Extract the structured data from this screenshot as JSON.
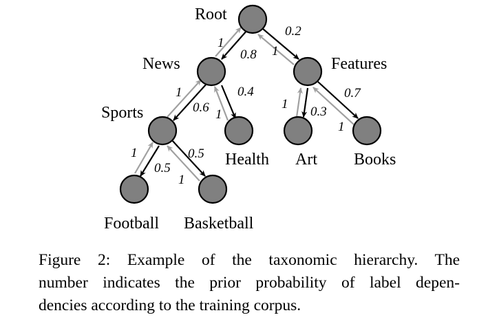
{
  "colors": {
    "node_fill": "#808080",
    "node_stroke": "#000000",
    "down_edge": "#000000",
    "up_edge": "#a0a0a0"
  },
  "nodes": {
    "root": "Root",
    "news": "News",
    "features": "Features",
    "sports": "Sports",
    "health": "Health",
    "art": "Art",
    "books": "Books",
    "football": "Football",
    "basketball": "Basketball"
  },
  "edges": {
    "root_news": {
      "down": "0.8",
      "up": "1"
    },
    "root_features": {
      "down": "0.2",
      "up": "1"
    },
    "news_sports": {
      "down": "0.6",
      "up": "1"
    },
    "news_health": {
      "down": "0.4",
      "up": "1"
    },
    "features_art": {
      "down": "0.3",
      "up": "1"
    },
    "features_books": {
      "down": "0.7",
      "up": "1"
    },
    "sports_football": {
      "down": "0.5",
      "up": "1"
    },
    "sports_basketball": {
      "down": "0.5",
      "up": "1"
    }
  },
  "caption": {
    "line1": "Figure 2: Example of the taxonomic hierarchy.  The",
    "line2": "number indicates the prior probability of label depen-",
    "line3": "dencies according to the training corpus."
  }
}
